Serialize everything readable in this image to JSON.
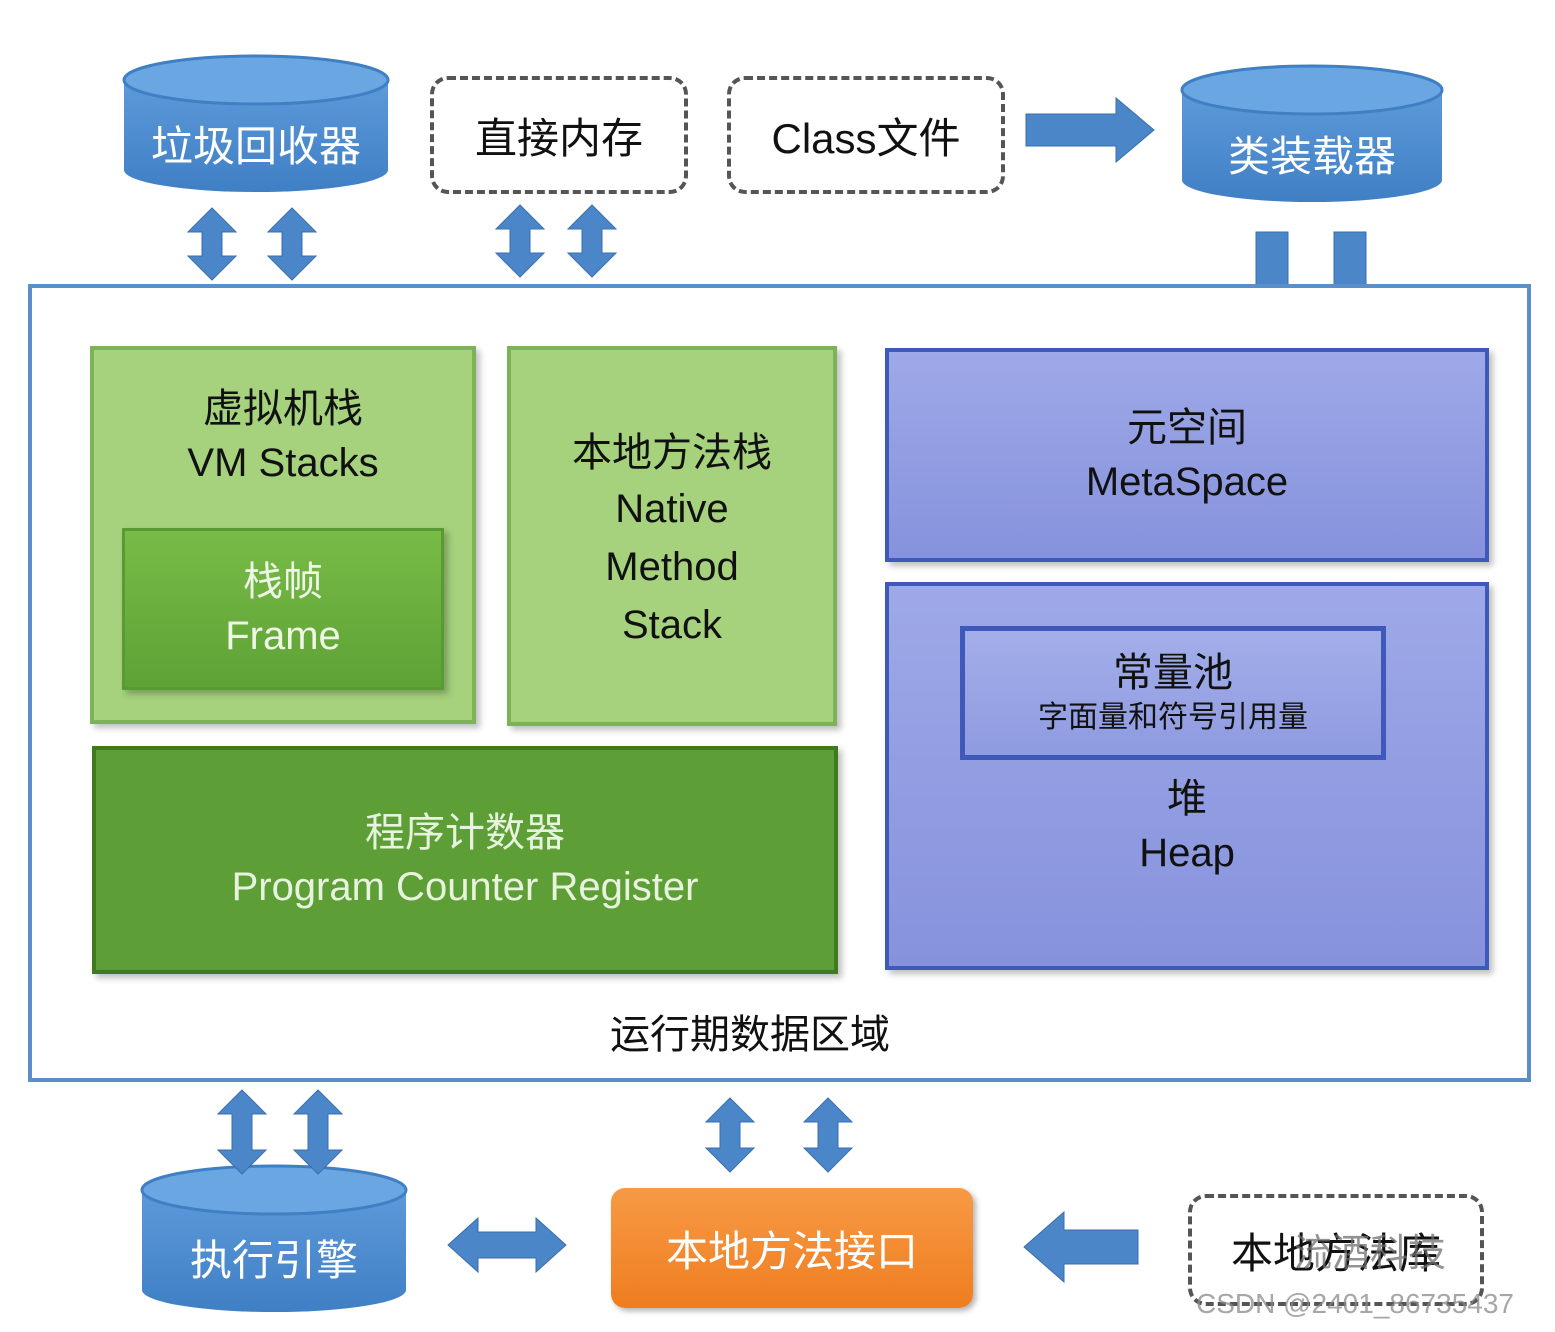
{
  "top": {
    "gc": "垃圾回收器",
    "direct_memory": "直接内存",
    "class_file": "Class文件",
    "class_loader": "类装载器"
  },
  "runtime_area": {
    "label": "运行期数据区域",
    "vm_stacks": {
      "cn": "虚拟机栈",
      "en": "VM Stacks"
    },
    "frame": {
      "cn": "栈帧",
      "en": "Frame"
    },
    "native_stack": {
      "cn": "本地方法栈",
      "en1": "Native",
      "en2": "Method",
      "en3": "Stack"
    },
    "pc_register": {
      "cn": "程序计数器",
      "en": "Program Counter Register"
    },
    "metaspace": {
      "cn": "元空间",
      "en": "MetaSpace"
    },
    "constant_pool": {
      "cn": "常量池",
      "sub": "字面量和符号引用量"
    },
    "heap": {
      "cn": "堆",
      "en": "Heap"
    }
  },
  "bottom": {
    "exec_engine": "执行引擎",
    "native_interface": "本地方法接口",
    "native_library": "本地方法库"
  },
  "watermark": {
    "brand": "流酒科技",
    "csdn": "CSDN @2401_86735437"
  },
  "colors": {
    "cylinder": "#4f8fd0",
    "arrow": "#4a86c8",
    "light_green": "#a6d17d",
    "dark_green": "#5d9f36",
    "blue_box": "#8e9be0",
    "orange": "#f08a2e"
  }
}
